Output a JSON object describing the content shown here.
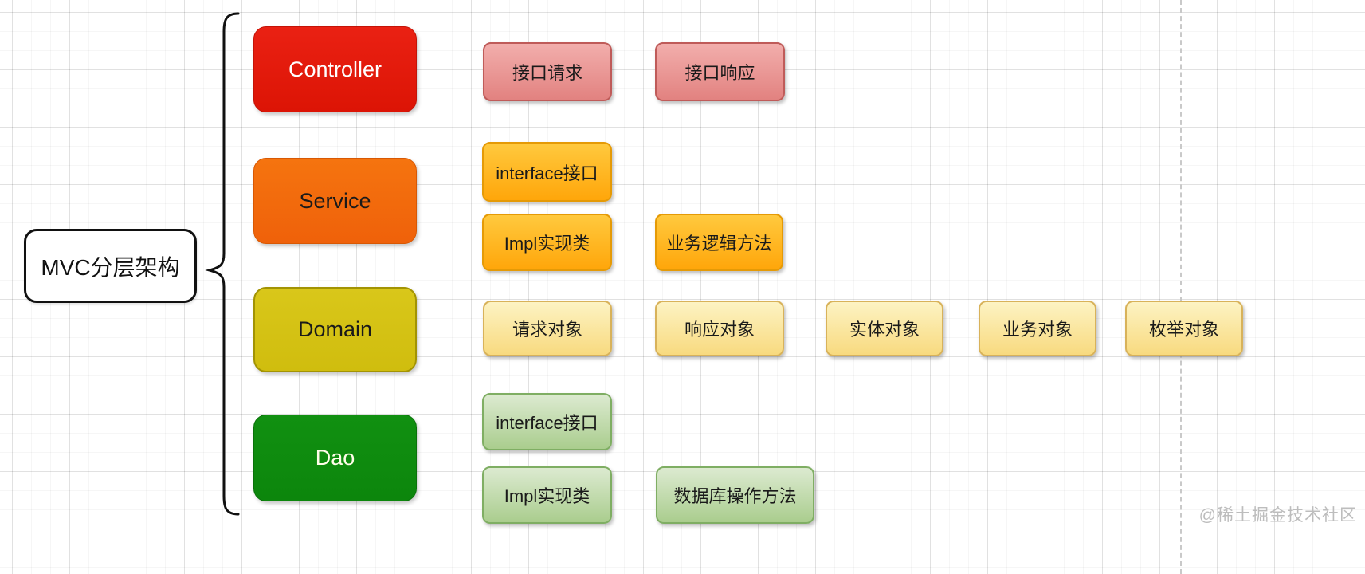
{
  "diagram": {
    "root": {
      "label": "MVC分层架构"
    },
    "layers": [
      {
        "id": "controller",
        "label": "Controller",
        "color": "#e02012",
        "text_color": "#ffffff",
        "children": [
          {
            "label": "接口请求"
          },
          {
            "label": "接口响应"
          }
        ],
        "child_color": "#e9908e",
        "child_border": "#bf5b59"
      },
      {
        "id": "service",
        "label": "Service",
        "color": "#f26a0d",
        "text_color": "#1a1a1a",
        "children": [
          {
            "label": "interface接口"
          },
          {
            "label": "Impl实现类"
          },
          {
            "label": "业务逻辑方法"
          }
        ],
        "child_color": "#ffb822",
        "child_border": "#e59a06"
      },
      {
        "id": "domain",
        "label": "Domain",
        "color": "#d4c213",
        "text_color": "#1a1a1a",
        "children": [
          {
            "label": "请求对象"
          },
          {
            "label": "响应对象"
          },
          {
            "label": "实体对象"
          },
          {
            "label": "业务对象"
          },
          {
            "label": "枚举对象"
          }
        ],
        "child_color": "#fae7a1",
        "child_border": "#d8b25a"
      },
      {
        "id": "dao",
        "label": "Dao",
        "color": "#0e8b0e",
        "text_color": "#fffde9",
        "children": [
          {
            "label": "interface接口"
          },
          {
            "label": "Impl实现类"
          },
          {
            "label": "数据库操作方法"
          }
        ],
        "child_color": "#c3dcaf",
        "child_border": "#7fae63"
      }
    ],
    "watermark": "@稀土掘金技术社区"
  }
}
